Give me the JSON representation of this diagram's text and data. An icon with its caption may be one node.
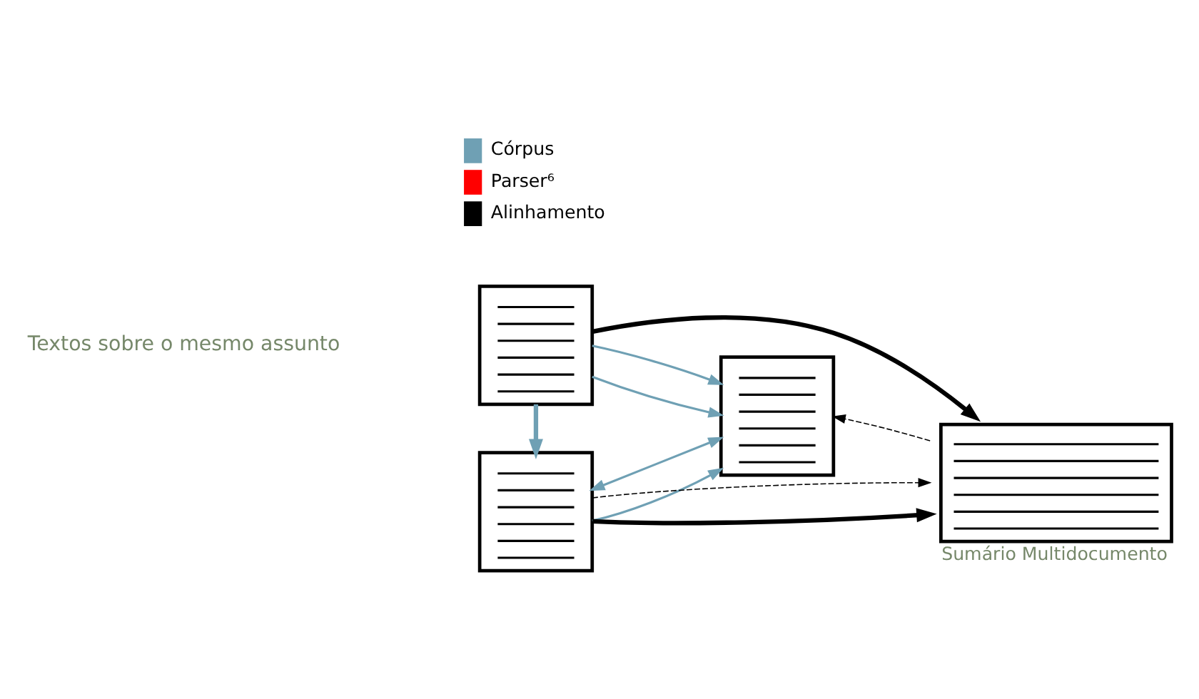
{
  "diagram": {
    "nodes": [
      {
        "text": [],
        "shape": "document"
      },
      {
        "text": [],
        "shape": "document"
      },
      {
        "text": [],
        "shape": "document"
      },
      {
        "text": [],
        "shape": "document",
        "beside": [
          "Sumário Multidocumento"
        ]
      }
    ],
    "edges": [
      {
        "from": 0,
        "to": 1,
        "arrow": "to",
        "style": "thick",
        "color": "#6fa0b4"
      },
      {
        "from": 0,
        "to": 2,
        "arrow": "to",
        "color": "#6fa0b4"
      },
      {
        "from": 0,
        "to": 2,
        "arrow": "to",
        "color": "#6fa0b4"
      },
      {
        "from": 1,
        "to": 2,
        "arrow": "to",
        "color": "#6fa0b4"
      },
      {
        "from": 1,
        "to": 2,
        "arrow": "both",
        "color": "#6fa0b4"
      },
      {
        "from": 0,
        "to": 3,
        "arrow": "to",
        "style": "thick",
        "color": "#000000"
      },
      {
        "from": 1,
        "to": 3,
        "arrow": "to",
        "style": "thick",
        "color": "#000000"
      },
      {
        "from": 1,
        "to": 3,
        "arrow": "to",
        "style": "dashed",
        "color": "#000000"
      },
      {
        "from": 3,
        "to": 2,
        "arrow": "to",
        "style": "dashed",
        "color": "#000000"
      }
    ],
    "labels": [
      "Textos sobre o mesmo assunto"
    ],
    "legend": [
      {
        "text": "Córpus",
        "color": "#6fa0b4"
      },
      {
        "text": "Parser⁶",
        "color": "#ff0000"
      },
      {
        "text": "Alinhamento",
        "color": "#000000"
      }
    ]
  }
}
